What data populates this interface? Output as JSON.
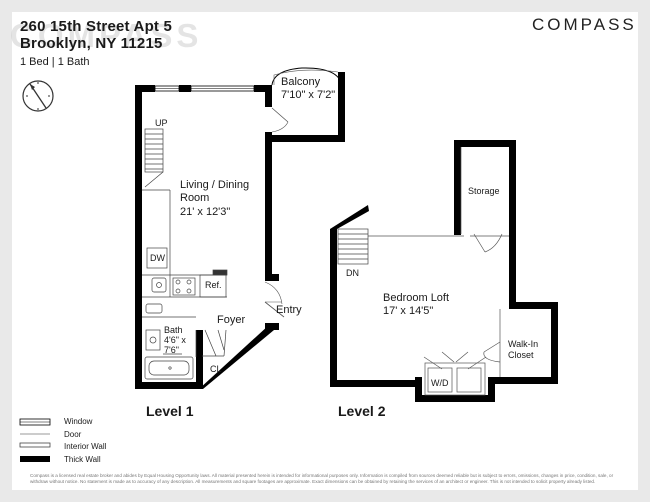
{
  "header": {
    "address_line1": "260 15th Street Apt 5",
    "address_line2": "Brooklyn, NY 11215",
    "summary": "1 Bed | 1 Bath",
    "logo": "COMPASS",
    "watermark": "COMPASS"
  },
  "rooms": {
    "balcony_name": "Balcony",
    "balcony_dim": "7'10\" x 7'2\"",
    "living_name_1": "Living / Dining",
    "living_name_2": "Room",
    "living_dim": "21' x 12'3\"",
    "up": "UP",
    "dw": "DW",
    "ref": "Ref.",
    "foyer": "Foyer",
    "entry": "Entry",
    "bath_name": "Bath",
    "bath_dim_1": "4'6\" x",
    "bath_dim_2": "7'6\"",
    "cl": "CL",
    "storage": "Storage",
    "dn": "DN",
    "bedroom_name": "Bedroom Loft",
    "bedroom_dim": "17' x 14'5\"",
    "walkin_1": "Walk-In",
    "walkin_2": "Closet",
    "wd": "W/D"
  },
  "levels": {
    "level1": "Level 1",
    "level2": "Level 2"
  },
  "legend": [
    {
      "label": "Window",
      "icon": "window-icon"
    },
    {
      "label": "Door",
      "icon": "door-line-icon"
    },
    {
      "label": "Interior Wall",
      "icon": "interior-wall-icon"
    },
    {
      "label": "Thick Wall",
      "icon": "thick-wall-icon"
    }
  ],
  "footer": {
    "disclaimer": "Compass is a licensed real estate broker and abides by Equal Housing Opportunity laws. All material presented herein is intended for informational purposes only. Information is compiled from sources deemed reliable but is subject to errors, omissions, changes in price, condition, sale, or withdraw without notice. No statement is made as to accuracy of any description. All measurements and square footages are approximate. Exact dimensions can be obtained by retaining the services of an architect or engineer. This is not intended to solicit property already listed."
  },
  "colors": {
    "wall": "#000000",
    "line": "#555555",
    "background": "#e9e9e9",
    "page": "#ffffff"
  }
}
